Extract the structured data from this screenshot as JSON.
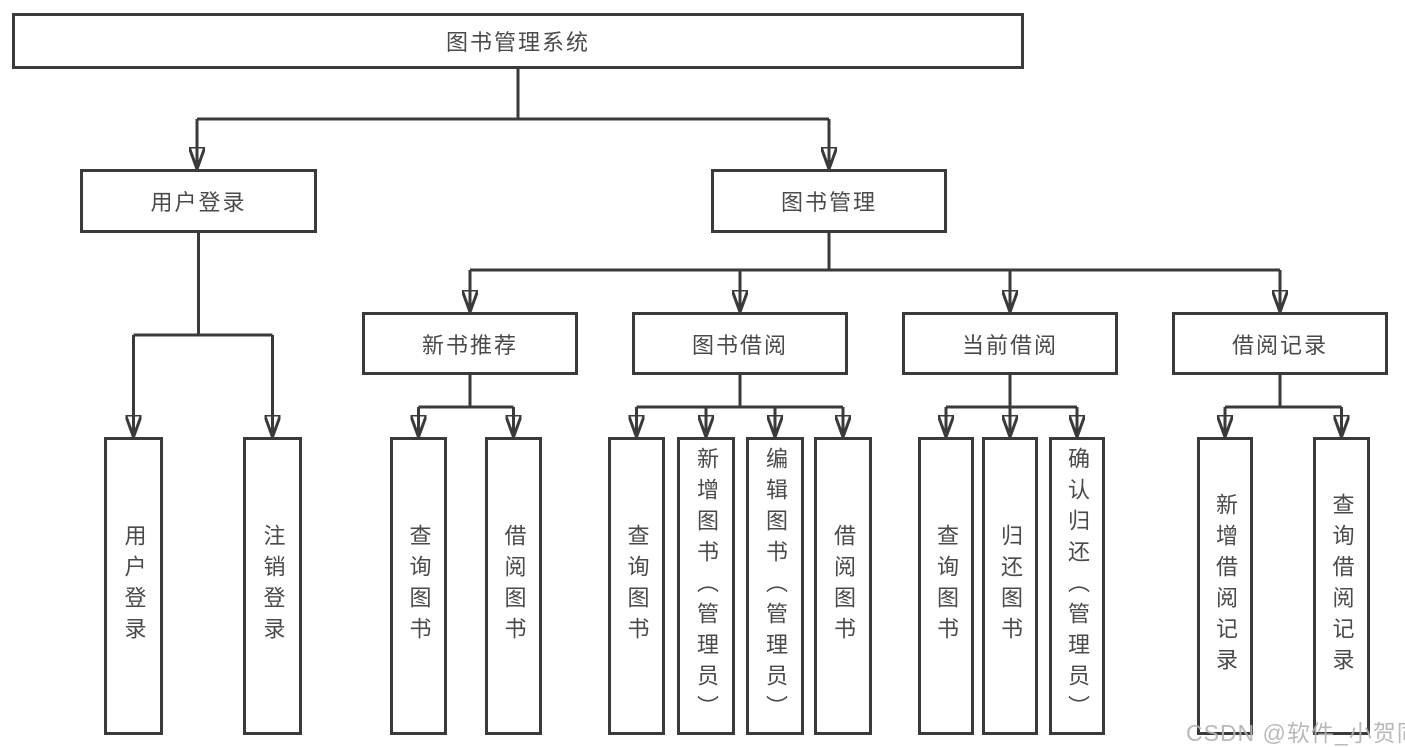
{
  "tree": {
    "root": "图书管理系统",
    "branches": [
      {
        "label": "用户登录",
        "leaves": [
          "用户登录",
          "注销登录"
        ]
      },
      {
        "label": "图书管理",
        "groups": [
          {
            "label": "新书推荐",
            "leaves": [
              "查询图书",
              "借阅图书"
            ]
          },
          {
            "label": "图书借阅",
            "leaves": [
              "查询图书",
              "新增图书（管理员）",
              "编辑图书（管理员）",
              "借阅图书"
            ]
          },
          {
            "label": "当前借阅",
            "leaves": [
              "查询图书",
              "归还图书",
              "确认归还（管理员）"
            ]
          },
          {
            "label": "借阅记录",
            "leaves": [
              "新增借阅记录",
              "查询借阅记录"
            ]
          }
        ]
      }
    ]
  },
  "watermark": "CSDN @软件_小贺同学",
  "colors": {
    "line": "#3a3a3a",
    "text": "#4a4a4a",
    "watermark": "#b4b4b4",
    "background": "#ffffff"
  }
}
